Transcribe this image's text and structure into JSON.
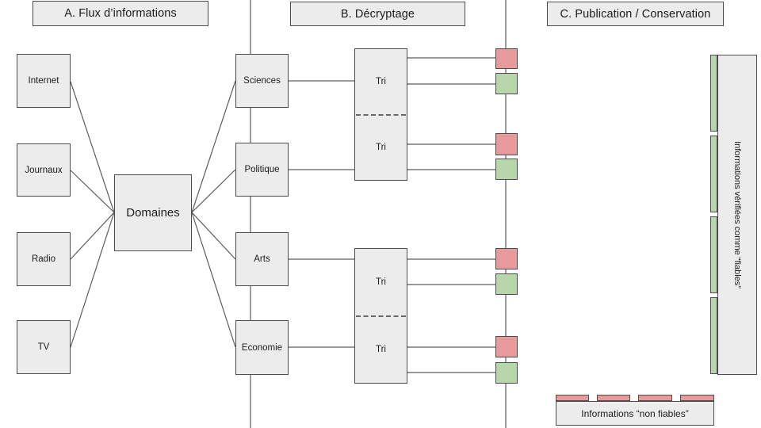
{
  "sections": {
    "a": "A. Flux d’informations",
    "b": "B. Décryptage",
    "c": "C. Publication / Conservation"
  },
  "sources": [
    "Internet",
    "Journaux",
    "Radio",
    "TV"
  ],
  "hub": {
    "label": "Domaines"
  },
  "domains": [
    "Sciences",
    "Politique",
    "Arts",
    "Economie"
  ],
  "tri_boxes": [
    {
      "top": "Tri",
      "bottom": "Tri"
    },
    {
      "top": "Tri",
      "bottom": "Tri"
    }
  ],
  "publication": {
    "reliable_label": "Informations vérifiées comme “fiables”",
    "unreliable_label": "Informations “non fiables”"
  },
  "legend_colors": {
    "box_fill": "#ececec",
    "stroke": "#4d4d4d",
    "line": "#5c5c5c",
    "red": "#e69a9c",
    "green": "#b7d6aa"
  }
}
